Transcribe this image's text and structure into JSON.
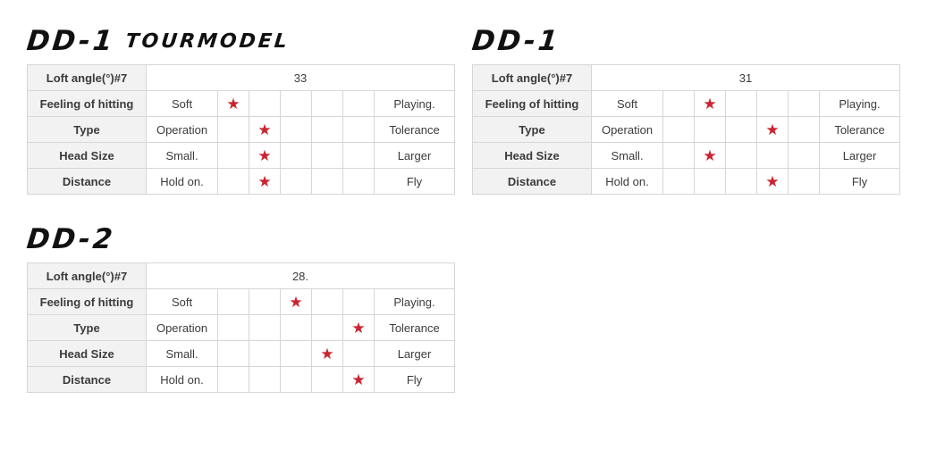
{
  "colors": {
    "star": "#c9242f",
    "label_bg": "#f2f2f2",
    "border": "#d6d6d6",
    "title_text": "#111111",
    "body_text": "#3b3b3b"
  },
  "star_icon": "★",
  "scale_positions": 5,
  "tables": [
    {
      "title": "DD-1",
      "title_suffix": "TOURMODEL",
      "loft_label": "Loft angle(°)#7",
      "loft_value": "33",
      "rows": [
        {
          "label": "Feeling of hitting",
          "left": "Soft",
          "right": "Playing.",
          "star": 1
        },
        {
          "label": "Type",
          "left": "Operation",
          "right": "Tolerance",
          "star": 2
        },
        {
          "label": "Head Size",
          "left": "Small.",
          "right": "Larger",
          "star": 2
        },
        {
          "label": "Distance",
          "left": "Hold on.",
          "right": "Fly",
          "star": 2
        }
      ]
    },
    {
      "title": "DD-1",
      "title_suffix": "",
      "loft_label": "Loft angle(°)#7",
      "loft_value": "31",
      "rows": [
        {
          "label": "Feeling of hitting",
          "left": "Soft",
          "right": "Playing.",
          "star": 2
        },
        {
          "label": "Type",
          "left": "Operation",
          "right": "Tolerance",
          "star": 4
        },
        {
          "label": "Head Size",
          "left": "Small.",
          "right": "Larger",
          "star": 2
        },
        {
          "label": "Distance",
          "left": "Hold on.",
          "right": "Fly",
          "star": 4
        }
      ]
    },
    {
      "title": "DD-2",
      "title_suffix": "",
      "loft_label": "Loft angle(°)#7",
      "loft_value": "28.",
      "rows": [
        {
          "label": "Feeling of hitting",
          "left": "Soft",
          "right": "Playing.",
          "star": 3
        },
        {
          "label": "Type",
          "left": "Operation",
          "right": "Tolerance",
          "star": 5
        },
        {
          "label": "Head Size",
          "left": "Small.",
          "right": "Larger",
          "star": 4
        },
        {
          "label": "Distance",
          "left": "Hold on.",
          "right": "Fly",
          "star": 5
        }
      ]
    }
  ]
}
